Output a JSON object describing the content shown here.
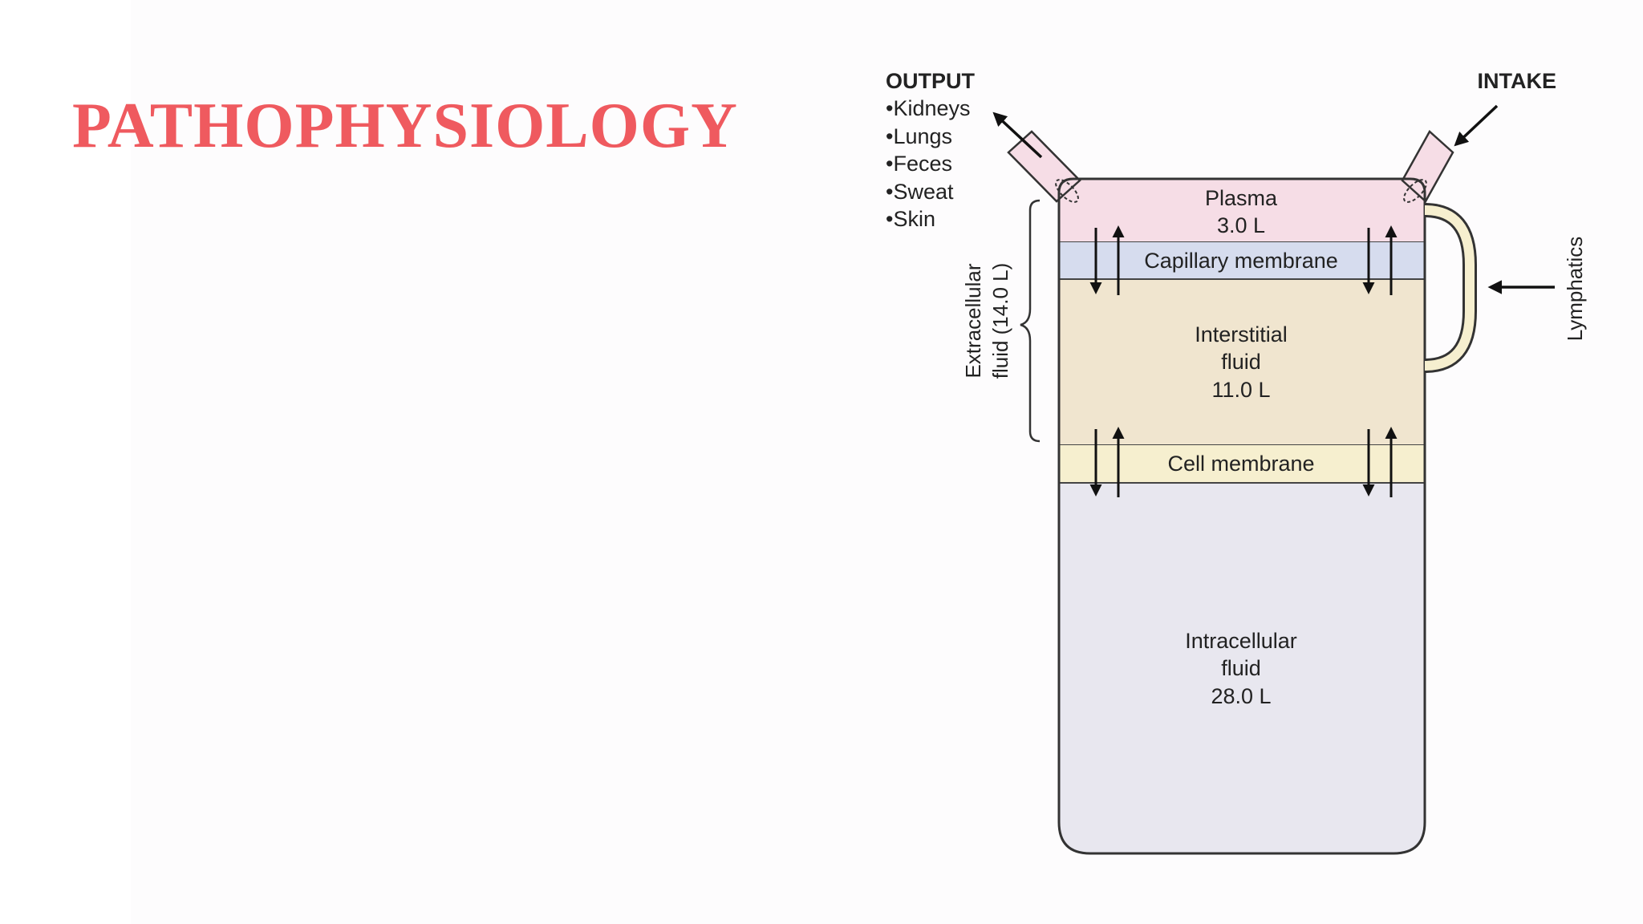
{
  "slide": {
    "title": "PATHOPHYSIOLOGY"
  },
  "diagram": {
    "output_heading": "OUTPUT",
    "output_items": [
      "•Kidneys",
      "•Lungs",
      "•Feces",
      "•Sweat",
      "•Skin"
    ],
    "intake_heading": "INTAKE",
    "plasma": {
      "label": "Plasma",
      "volume": "3.0 L"
    },
    "capillary_membrane": "Capillary membrane",
    "interstitial": {
      "line1": "Interstitial",
      "line2": "fluid",
      "volume": "11.0 L"
    },
    "cell_membrane": "Cell membrane",
    "intracellular": {
      "line1": "Intracellular",
      "line2": "fluid",
      "volume": "28.0 L"
    },
    "extracellular": {
      "line1": "Extracellular",
      "line2": "fluid (14.0 L)"
    },
    "lymphatics": "Lymphatics",
    "colors": {
      "title": "#ef5a5f",
      "plasma": "#f6dde6",
      "capillary_membrane": "#d6dcee",
      "interstitial": "#f0e5cf",
      "cell_membrane": "#f6efcf",
      "intracellular": "#e8e7ef",
      "outline": "#333333"
    }
  }
}
